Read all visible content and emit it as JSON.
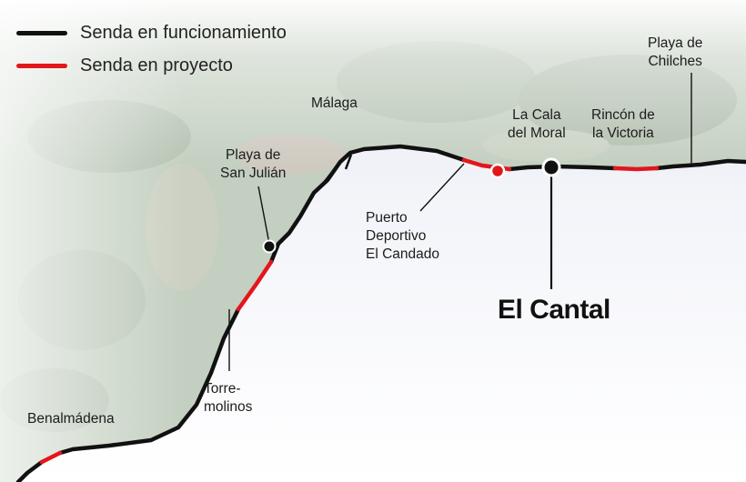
{
  "legend": {
    "operating": {
      "label": "Senda en funcionamiento",
      "color": "#111111"
    },
    "planned": {
      "label": "Senda en proyecto",
      "color": "#e3161b"
    }
  },
  "places": {
    "playa_chilches": "Playa de\nChilches",
    "malaga": "Málaga",
    "cala_moral": "La Cala\ndel Moral",
    "rincon_victoria": "Rincón de\nla Victoria",
    "playa_san_julian": "Playa de\nSan Julián",
    "puerto_deportivo": "Puerto\nDeportivo\nEl Candado",
    "torremolinos": "Torre-\nmolinos",
    "benalmadena": "Benalmádena"
  },
  "featured_place": "El Cantal",
  "colors": {
    "sea": "#eef0f7",
    "land": "#c3cfc0",
    "path_operating": "#111111",
    "path_planned": "#e3161b"
  }
}
